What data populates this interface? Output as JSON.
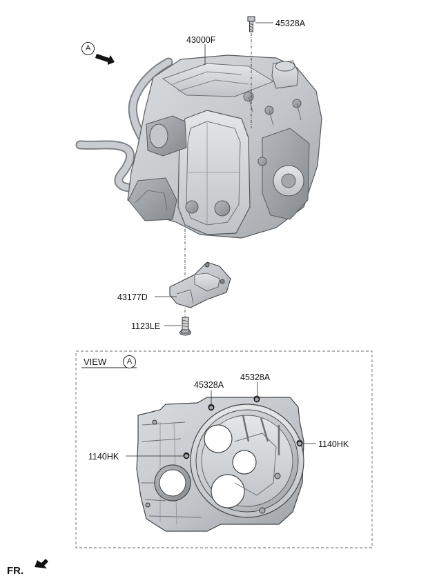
{
  "parts": {
    "transaxle": "43000F",
    "bolt_top": "45328A",
    "bracket": "43177D",
    "bracket_bolt": "1123LE",
    "view_bolt_left": "45328A",
    "view_bolt_right": "45328A",
    "view_pin_left": "1140HK",
    "view_pin_right": "1140HK"
  },
  "view": {
    "word": "VIEW",
    "letter": "A"
  },
  "arrow_marker": "A",
  "front": "FR.",
  "icons": [
    "view-arrow-icon",
    "front-arrow-icon"
  ]
}
